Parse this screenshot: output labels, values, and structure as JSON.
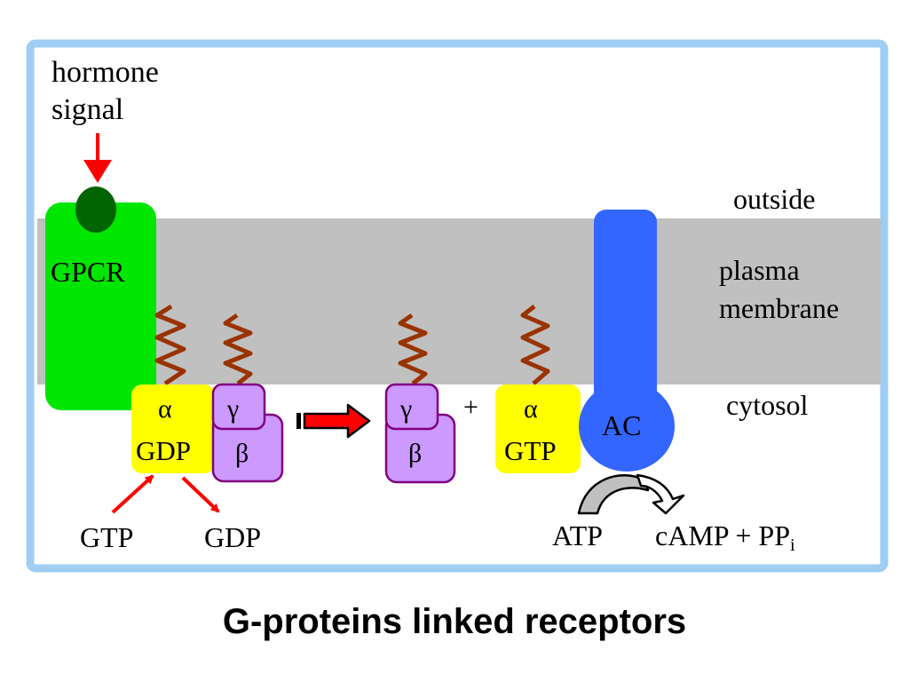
{
  "labels": {
    "hormone_line1": "hormone",
    "hormone_line2": "signal",
    "outside": "outside",
    "plasma_line1": "plasma",
    "plasma_line2": "membrane",
    "cytosol": "cytosol",
    "gpcr": "GPCR",
    "ac": "AC",
    "alpha": "α",
    "gamma": "γ",
    "beta": "β",
    "gdp_bound": "GDP",
    "gtp_bound": "GTP",
    "plus": "+",
    "gtp_in": "GTP",
    "gdp_out": "GDP",
    "atp": "ATP",
    "camp_products": "cAMP + PP",
    "camp_subscript": "i"
  },
  "caption": "G-proteins linked receptors",
  "colors": {
    "frame": "#9fcdf4",
    "membrane": "#c0c0c0",
    "gpcr": "#00e600",
    "hormone": "#006400",
    "alpha_subunit": "#ffff00",
    "beta_gamma": "#cc99ff",
    "ac": "#3366ff",
    "lipid": "#993300",
    "arrow": "#ff0000"
  }
}
